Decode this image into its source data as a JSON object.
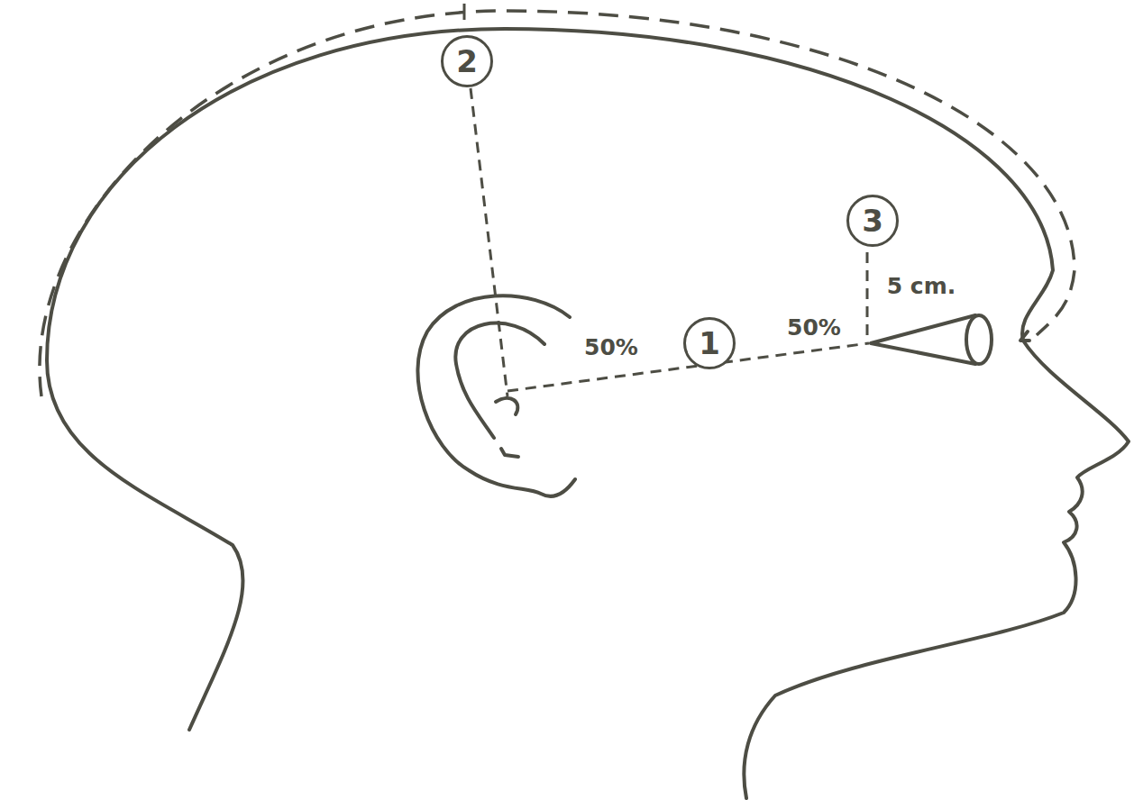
{
  "diagram": {
    "nodes": [
      {
        "text": [
          "2"
        ]
      },
      {
        "text": [
          "3"
        ]
      },
      {
        "text": [
          "1"
        ]
      }
    ],
    "labels": [
      "50%",
      "50%",
      "5 cm."
    ]
  }
}
